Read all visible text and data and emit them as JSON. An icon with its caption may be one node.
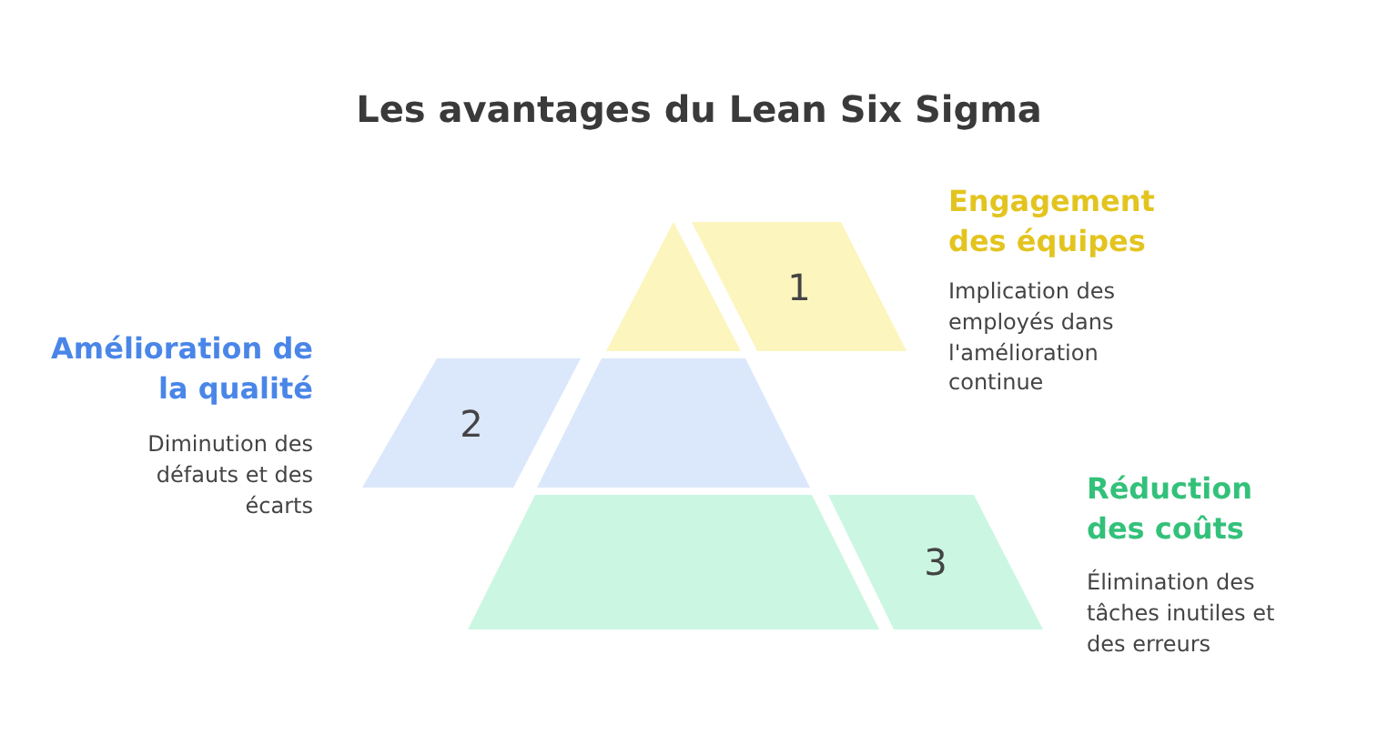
{
  "diagram": {
    "title": "Les avantages du Lean Six Sigma",
    "nodes": [
      {
        "text": [],
        "shape": "triangle"
      },
      {
        "text": [
          "1"
        ],
        "beside": [
          "Engagement des équipes",
          "Implication des employés dans l'amélioration continue"
        ]
      },
      {
        "text": [
          "2"
        ],
        "beside": [
          "Amélioration de la qualité",
          "Diminution des défauts et des écarts"
        ]
      },
      {
        "text": [],
        "shape": "trapezoid"
      },
      {
        "text": [],
        "shape": "trapezoid"
      },
      {
        "text": [
          "3"
        ],
        "beside": [
          "Réduction des coûts",
          "Élimination des tâches inutiles et des erreurs"
        ]
      }
    ]
  }
}
